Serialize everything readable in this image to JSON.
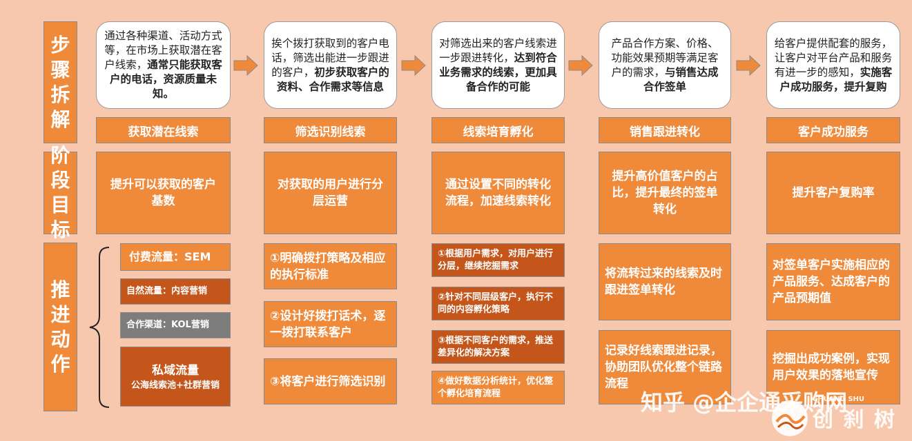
{
  "side_labels": {
    "steps": "步骤拆解",
    "goals": "阶段目标",
    "actions": "推进动作"
  },
  "steps": [
    {
      "pre": "通过各种渠道、活动方式等，在市场上获取潜在客户线索，",
      "bold": "通常只能获取客户的电话，资源质量未知。"
    },
    {
      "pre": "挨个拨打获取到的客户电话，筛选出能进一步跟进的客户，",
      "bold": "初步获取客户的资料、合作需求等信息"
    },
    {
      "pre": "对筛选出来的客户线索进一步跟进转化，",
      "bold": "达到符合业务需求的线索，更加具备合作的可能"
    },
    {
      "pre": "产品合作方案、价格、功能效果预期等满足客户的需求，",
      "bold": "与销售达成合作签单"
    },
    {
      "pre": "给客户提供配套的服务，让客户对平台产品和服务有进一步的感知，",
      "bold": "实施客户成功服务，提升复购"
    }
  ],
  "stages": [
    "获取潜在线索",
    "筛选识别线索",
    "线索培育孵化",
    "销售跟进转化",
    "客户成功服务"
  ],
  "goals": [
    "提升可以获取的客户基数",
    "对获取的用户进行分层运营",
    "通过设置不同的转化流程，加速线索转化",
    "提升高价值客户的占比，提升最终的签单转化",
    "提升客户复购率"
  ],
  "col1_actions": {
    "paid": "付费流量：SEM",
    "natural": "自然流量：内容营销",
    "channel": "合作渠道：KOL营销",
    "private_title": "私域流量",
    "private_sub": "公海线索池+社群营销"
  },
  "col2_actions": [
    "①明确拨打策略及相应的执行标准",
    "②设计好拨打话术，逐一拨打联系客户",
    "③将客户进行筛选识别"
  ],
  "col3_actions": [
    "①根据用户需求，对用户进行分层，继续挖掘需求",
    "②针对不同层级客户，执行不同的内容孵化策略",
    "③根据不同客户的需求，推送差异化的解决方案",
    "④做好数据分析统计，优化整个孵化培育流程"
  ],
  "col4_actions": [
    "将流转过来的线索及时跟进签单转化",
    "记录好线索跟进记录，协助团队优化整个链路流程"
  ],
  "col5_actions": [
    "对签单客户实施相应的产品服务、达成客户的产品预期值",
    "挖掘出成功案例，实现用户效果的落地宣传"
  ],
  "watermark": {
    "zhihu": "知乎 @企企通采购网",
    "brand": "创 刹 树",
    "brand_en": "CHUANG SHU"
  },
  "colors": {
    "orange": "#f08a3b",
    "dark_orange": "#c5561b",
    "grey": "#7d7d7d",
    "background": "#f7c8ad"
  }
}
